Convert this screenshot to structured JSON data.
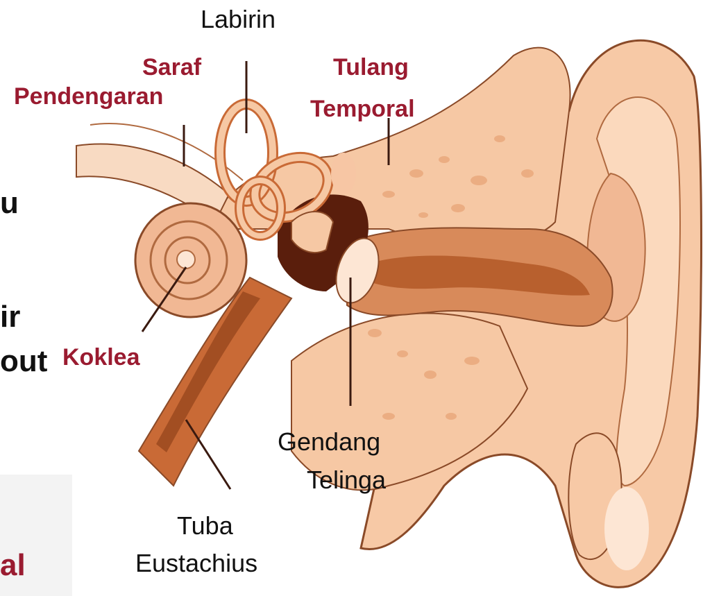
{
  "labels": {
    "labirin": "Labirin",
    "saraf_line1": "Saraf",
    "saraf_line2": "Pendengaran",
    "tulang_line1": "Tulang",
    "tulang_line2": "Temporal",
    "koklea": "Koklea",
    "gendang_line1": "Gendang",
    "gendang_line2": "Telinga",
    "tuba_line1": "Tuba",
    "tuba_line2": "Eustachius"
  },
  "background_text": {
    "frag1": "u",
    "frag2": "ir",
    "frag3": "out",
    "frag4": "al"
  },
  "colors": {
    "skin_light": "#fbd9bd",
    "skin_mid": "#f0b48a",
    "skin_dark": "#c96a36",
    "cavity_dark": "#5a1e0c",
    "label_red": "#9a1b30"
  }
}
